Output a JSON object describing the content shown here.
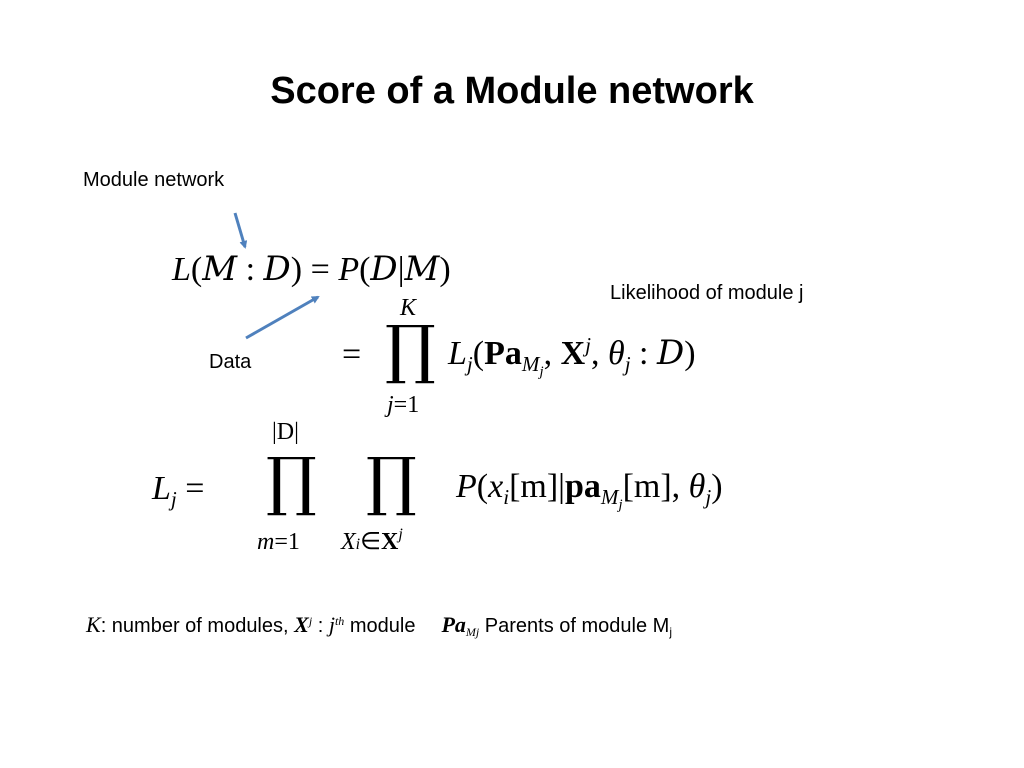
{
  "slide": {
    "title": "Score of a Module network",
    "annotations": {
      "module_network": "Module network",
      "data": "Data",
      "likelihood_module_j": "Likelihood of module j"
    },
    "arrow_color": "#4f81bd",
    "eq1": {
      "lhs_L": "L",
      "lhs_open": "(",
      "lhs_M": "M",
      "lhs_colon": " : ",
      "lhs_D": "D",
      "lhs_close": ")",
      "eq": " = ",
      "rhs_P": "P",
      "rhs_open": "(",
      "rhs_D": "D",
      "rhs_bar": "|",
      "rhs_M": "M",
      "rhs_close": ")"
    },
    "eq2": {
      "eq": "=",
      "prod": "∏",
      "upper": "K",
      "lower_j": "j",
      "lower_eq1": "=1",
      "L": "L",
      "L_sub": "j",
      "open": "(",
      "Pa": "Pa",
      "Pa_sub": "M",
      "Pa_subsub": "j",
      "comma1": ", ",
      "X": "X",
      "X_sup": "j",
      "comma2": ", ",
      "theta": "θ",
      "theta_sub": "j",
      "colon": " : ",
      "D": "D",
      "close": ")"
    },
    "eq3": {
      "L": "L",
      "L_sub": "j",
      "eq": " =",
      "prod1": "∏",
      "upper1": "|D|",
      "lower1_m": "m",
      "lower1_eq1": "=1",
      "prod2": "∏",
      "lower2_X": "X",
      "lower2_i": "i",
      "lower2_in": "∈",
      "lower2_bX": "X",
      "lower2_j": "j",
      "P": "P",
      "open": "(",
      "x": "x",
      "x_sub": "i",
      "m_bracket": "[m]",
      "bar": "|",
      "pa": "pa",
      "pa_sub": "M",
      "pa_subsub": "j",
      "m_bracket2": "[m]",
      "comma": ", ",
      "theta": "θ",
      "theta_sub": "j",
      "close": ")"
    },
    "footer": {
      "K": "K",
      "text1": ": number of modules, ",
      "X": "X",
      "X_sup": "j",
      "colon": " : ",
      "j": "j",
      "th": "th",
      "text2": " module",
      "Pa": "Pa",
      "Pa_sub": "Mj",
      "text3": " Parents of module M",
      "Mj_sub": "j"
    }
  }
}
